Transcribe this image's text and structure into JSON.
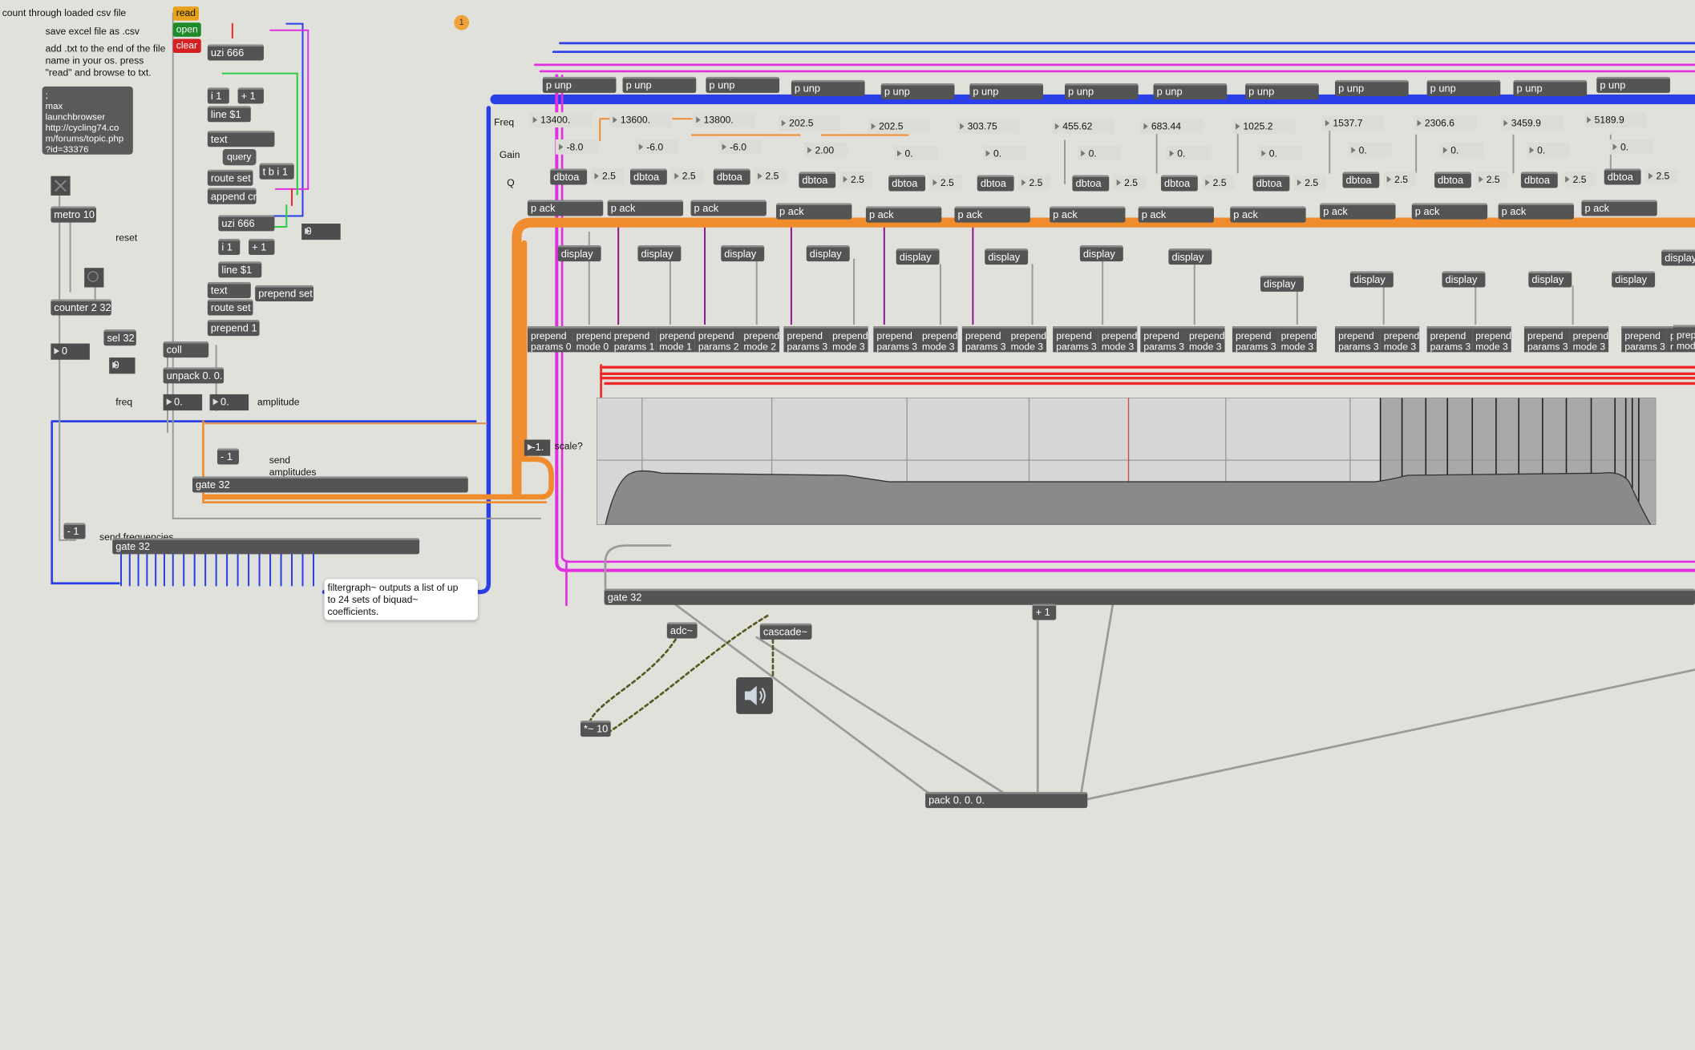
{
  "badge": "1",
  "comments": {
    "count_through": "count through loaded csv file",
    "save_excel": "save excel file as .csv",
    "add_txt": "add .txt to the end of the file\nname in your os. press\n\"read\" and browse to txt.",
    "reset": "reset",
    "freq": "freq",
    "amplitude": "amplitude",
    "send_amplitudes": "send\namplitudes",
    "send_frequencies": "send frequencies",
    "scale": "scale?",
    "row_freq": "Freq",
    "row_gain": "Gain",
    "row_q": "Q"
  },
  "buttons": {
    "read": "read",
    "open": "open",
    "clear": "clear"
  },
  "launch_message": ";\nmax\nlaunchbrowser\nhttp://cycling74.co\nm/forums/topic.php\n?id=33376",
  "left_objects": {
    "uzi1": "uzi 666",
    "i1": "i 1",
    "plus1a": "+ 1",
    "line1": "line $1",
    "text1": "text",
    "query": "query",
    "routeset1": "route set",
    "tbi": "t b i 1",
    "appendcr": "append cr",
    "uzi2": "uzi 666",
    "i2": "i 1",
    "plus1b": "+ 1",
    "line2": "line $1",
    "text2": "text",
    "prependset": "prepend set",
    "routeset2": "route set",
    "prepend1": "prepend 1",
    "metro": "metro 10",
    "counter": "counter 2 32",
    "sel": "sel 32",
    "coll": "coll",
    "unpack": "unpack 0. 0.",
    "gate_amp": "gate 32",
    "gate_freq": "gate 32",
    "minus1a": "- 1",
    "minus1b": "- 1",
    "scale_val": "-1.",
    "num_zero_a": "0",
    "num_zero_b": "0",
    "num_zero_c": "0",
    "num_freq": "0.",
    "num_amp": "0."
  },
  "tooltip": "filtergraph~ outputs a list of up\nto 24 sets of biquad~\ncoefficients.",
  "bands": [
    {
      "unp": "p unp",
      "freq": "13400.",
      "gain": "-8.0",
      "q": "2.5",
      "dbtoa": "dbtoa",
      "ack": "p ack",
      "display": "display",
      "pp": "prepend\nparams 0",
      "pm": "prepend\nmode 0"
    },
    {
      "unp": "p unp",
      "freq": "13600.",
      "gain": "-6.0",
      "q": "2.5",
      "dbtoa": "dbtoa",
      "ack": "p ack",
      "display": "display",
      "pp": "prepend\nparams 1",
      "pm": "prepend\nmode 1"
    },
    {
      "unp": "p unp",
      "freq": "13800.",
      "gain": "-6.0",
      "q": "2.5",
      "dbtoa": "dbtoa",
      "ack": "p ack",
      "display": "display",
      "pp": "prepend\nparams 2",
      "pm": "prepend\nmode 2"
    },
    {
      "unp": "p unp",
      "freq": "202.5",
      "gain": "2.00",
      "q": "2.5",
      "dbtoa": "dbtoa",
      "ack": "p ack",
      "display": "display",
      "pp": "prepend\nparams 3",
      "pm": "prepend\nmode 3"
    },
    {
      "unp": "p unp",
      "freq": "202.5",
      "gain": "0.",
      "q": "2.5",
      "dbtoa": "dbtoa",
      "ack": "p ack",
      "display": "display",
      "pp": "prepend\nparams 3",
      "pm": "prepend\nmode 3"
    },
    {
      "unp": "p unp",
      "freq": "303.75",
      "gain": "0.",
      "q": "2.5",
      "dbtoa": "dbtoa",
      "ack": "p ack",
      "display": "display",
      "pp": "prepend\nparams 3",
      "pm": "prepend\nmode 3"
    },
    {
      "unp": "p unp",
      "freq": "455.62",
      "gain": "0.",
      "q": "2.5",
      "dbtoa": "dbtoa",
      "ack": "p ack",
      "display": "display",
      "pp": "prepend\nparams 3",
      "pm": "prepend\nmode 3"
    },
    {
      "unp": "p unp",
      "freq": "683.44",
      "gain": "0.",
      "q": "2.5",
      "dbtoa": "dbtoa",
      "ack": "p ack",
      "display": "display",
      "pp": "prepend\nparams 3",
      "pm": "prepend\nmode 3"
    },
    {
      "unp": "p unp",
      "freq": "1025.2",
      "gain": "0.",
      "q": "2.5",
      "dbtoa": "dbtoa",
      "ack": "p ack",
      "display": "display",
      "pp": "prepend\nparams 3",
      "pm": "prepend\nmode 3"
    },
    {
      "unp": "p unp",
      "freq": "1537.7",
      "gain": "0.",
      "q": "2.5",
      "dbtoa": "dbtoa",
      "ack": "p ack",
      "display": "display",
      "pp": "prepend\nparams 3",
      "pm": "prepend\nmode 3"
    },
    {
      "unp": "p unp",
      "freq": "2306.6",
      "gain": "0.",
      "q": "2.5",
      "dbtoa": "dbtoa",
      "ack": "p ack",
      "display": "display",
      "pp": "prepend\nparams 3",
      "pm": "prepend\nmode 3"
    },
    {
      "unp": "p unp",
      "freq": "3459.9",
      "gain": "0.",
      "q": "2.5",
      "dbtoa": "dbtoa",
      "ack": "p ack",
      "display": "display",
      "pp": "prepend\nparams 3",
      "pm": "prepend\nmode 3"
    },
    {
      "unp": "p unp",
      "freq": "5189.9",
      "gain": "0.",
      "q": "2.5",
      "dbtoa": "dbtoa",
      "ack": "p ack",
      "display": "display",
      "pp": "prepend\nparams 3",
      "pm": "prepend\nmode 3"
    }
  ],
  "edge_display": "display",
  "edge_prepend": "prepend\nmod",
  "bottom": {
    "gate": "gate 32",
    "plus1": "+ 1",
    "adc": "adc~",
    "cascade": "cascade~",
    "mul": "*~ 10",
    "pack": "pack 0. 0. 0."
  },
  "colors": {
    "blue": "#2a3fe6",
    "magenta": "#e030e0",
    "orange": "#f08c2e",
    "red": "#f02828",
    "green": "#2ecc40",
    "object": "#545454"
  }
}
